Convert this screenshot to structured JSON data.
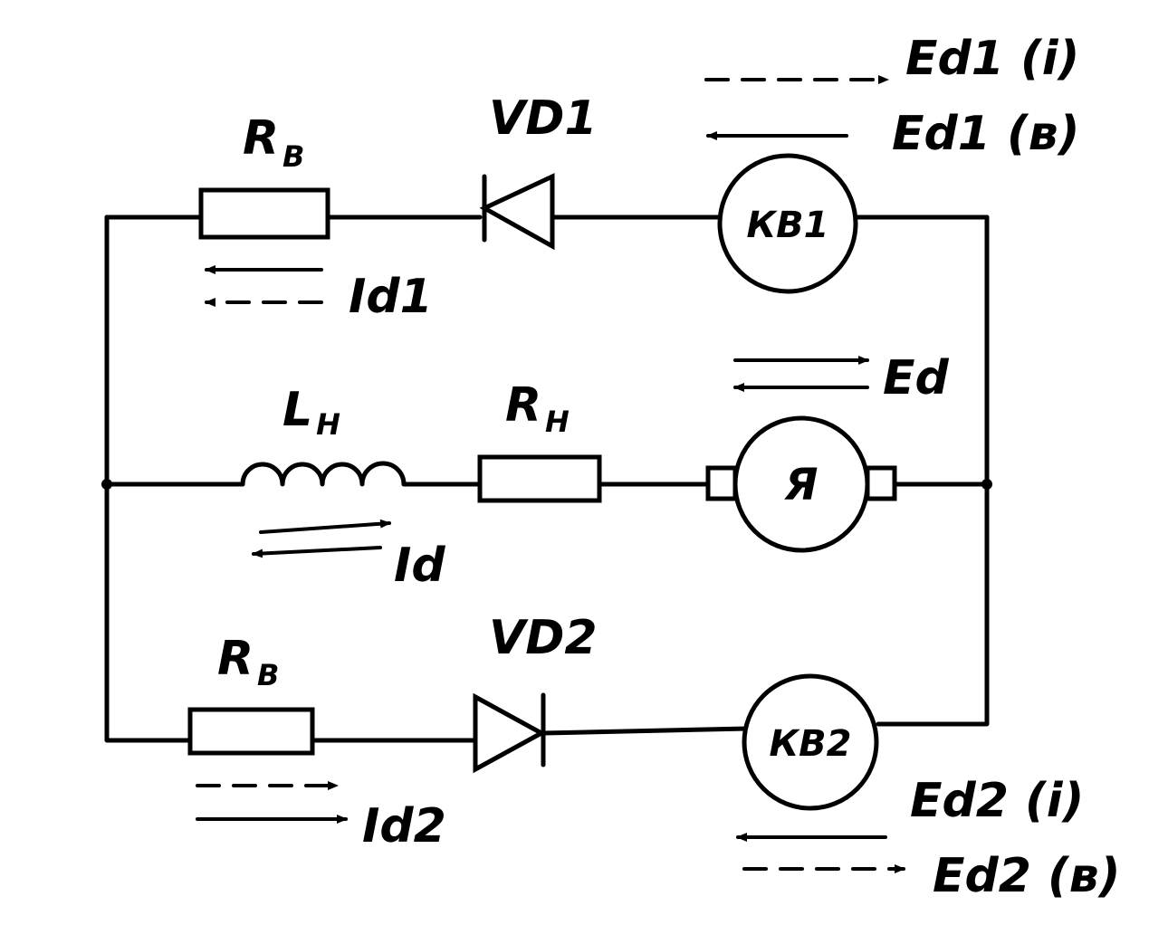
{
  "labels": {
    "rb_top": {
      "main": "R",
      "sub": "В"
    },
    "vd1": "VD1",
    "kv1": "КВ1",
    "ed1_i": "Ed1 (i)",
    "ed1_v": "Ed1 (в)",
    "id1": "Id1",
    "ln": {
      "main": "L",
      "sub": "Н"
    },
    "rn": {
      "main": "R",
      "sub": "Н"
    },
    "ed": "Ed",
    "ya": "Я",
    "id": "Id",
    "rb_bot": {
      "main": "R",
      "sub": "В"
    },
    "vd2": "VD2",
    "kv2": "КВ2",
    "id2": "Id2",
    "ed2_i": "Ed2 (i)",
    "ed2_v": "Ed2 (в)"
  }
}
